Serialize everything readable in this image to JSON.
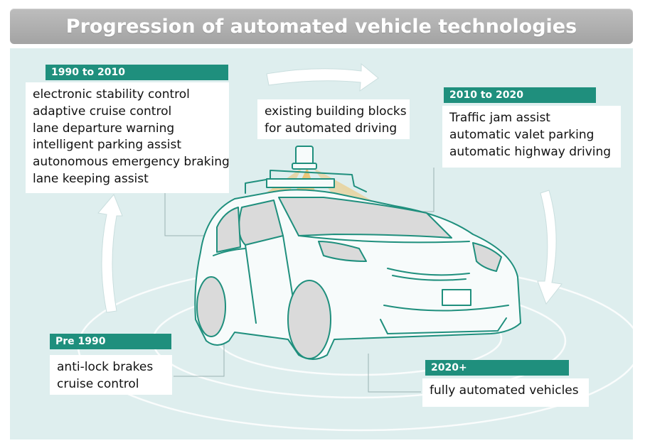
{
  "title": "Progression of automated vehicle technologies",
  "colors": {
    "title_bar": "#a8a8a8",
    "panel_background": "#deeeee",
    "header_teal": "#1f8f7d",
    "text_box": "#ffffff",
    "car_outline": "#1f8f7d",
    "sensor_glow": "#f4b23c"
  },
  "stages": {
    "s1990": {
      "label": "1990 to 2010",
      "items": [
        "electronic stability control",
        "adaptive cruise control",
        "lane departure warning",
        "intelligent parking assist",
        "autonomous emergency braking",
        "lane keeping assist"
      ]
    },
    "s2010": {
      "label": "2010 to 2020",
      "items": [
        "Traffic jam assist",
        "automatic valet parking",
        "automatic highway driving"
      ]
    },
    "pre1990": {
      "label": "Pre 1990",
      "items": [
        "anti-lock brakes",
        "cruise control"
      ]
    },
    "s2020": {
      "label": "2020+",
      "items": [
        "fully automated vehicles"
      ]
    }
  },
  "building_blocks": {
    "lines": [
      "existing building blocks",
      "for automated driving"
    ]
  },
  "icons": [
    "cycle-arrow-icon",
    "car-illustration",
    "roof-sensor-icon"
  ]
}
